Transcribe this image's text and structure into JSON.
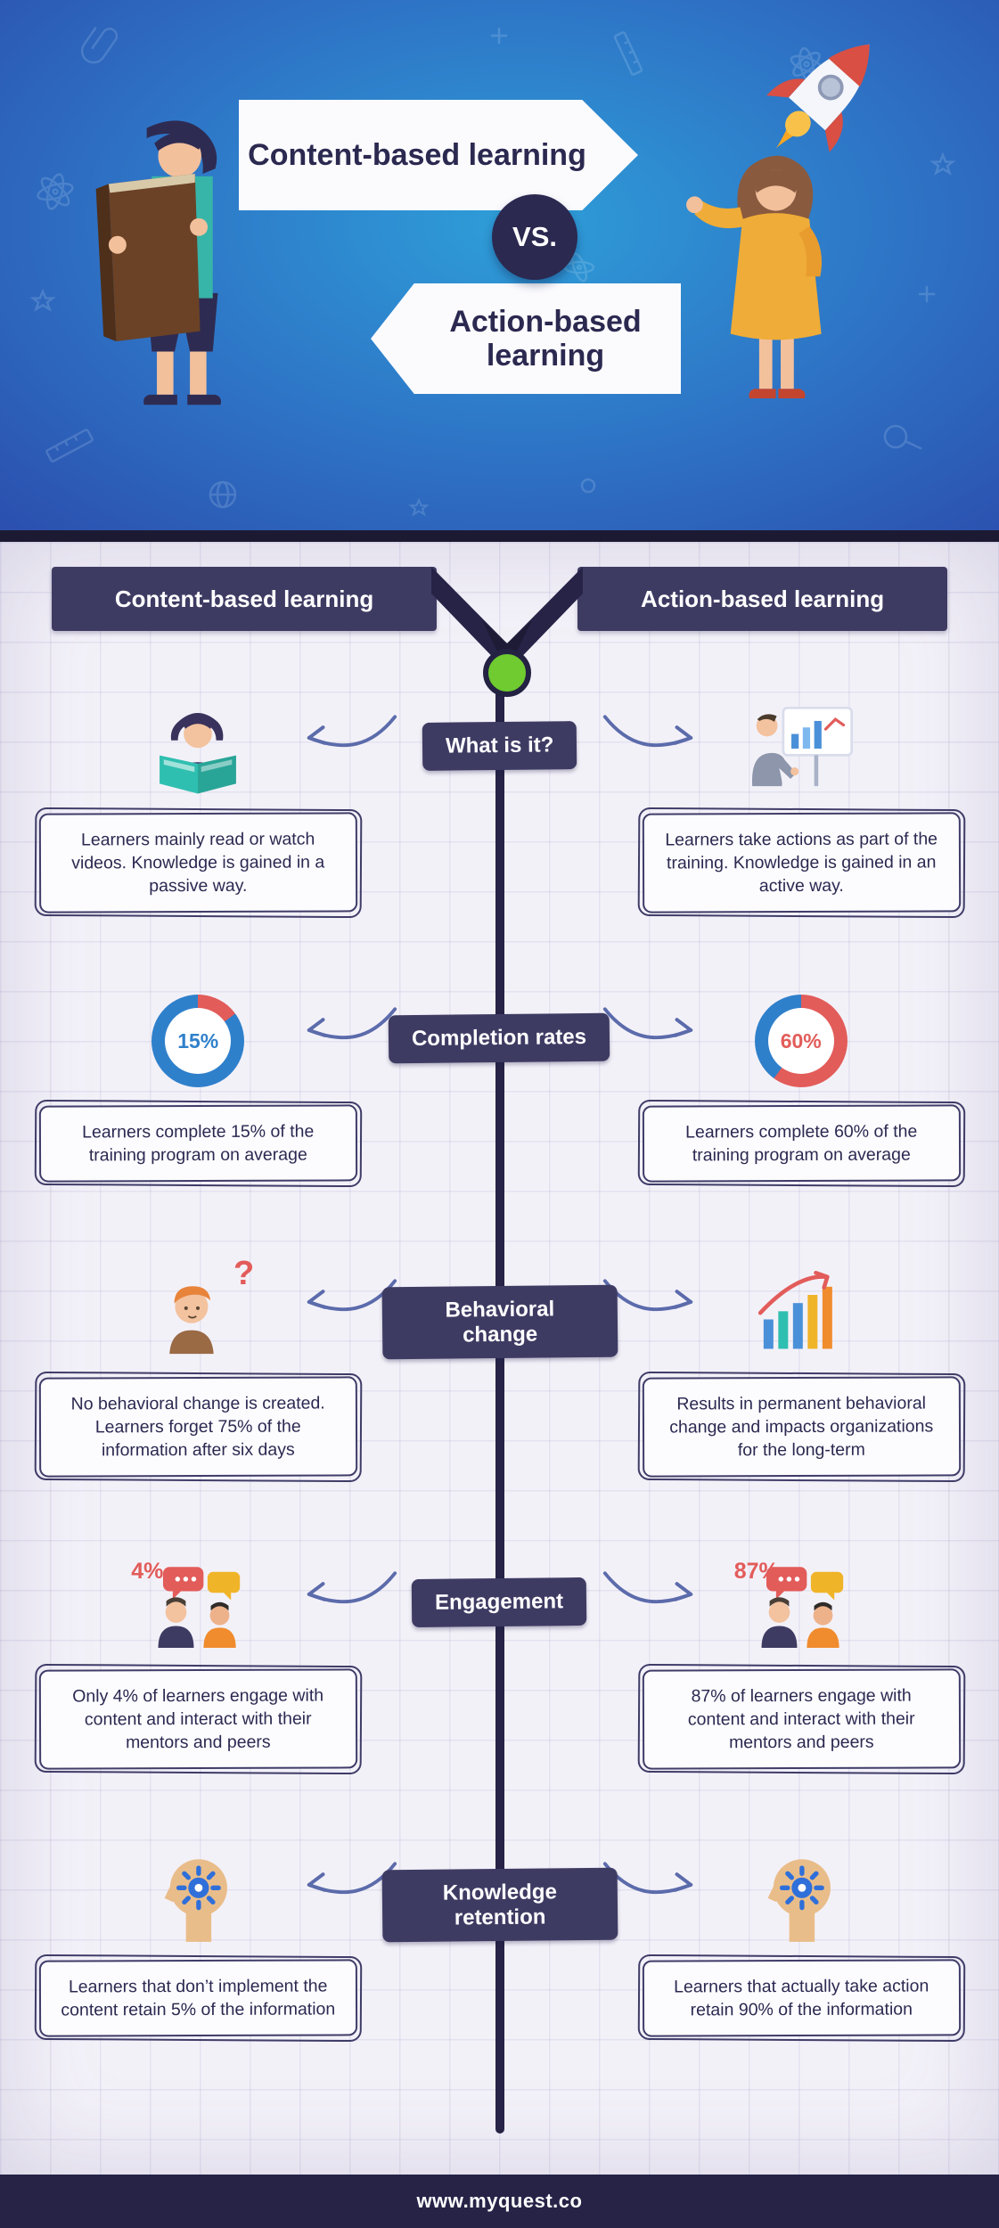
{
  "header": {
    "title_left": "Content-based learning",
    "vs_label": "VS.",
    "title_right": "Action-based learning"
  },
  "columns": {
    "left_header": "Content-based learning",
    "right_header": "Action-based learning"
  },
  "rows": [
    {
      "label": "What is it?",
      "left": {
        "icon": "reading-person-icon",
        "text": "Learners mainly read or watch videos. Knowledge is gained in a passive way."
      },
      "right": {
        "icon": "presenter-icon",
        "text": "Learners take actions as part of the training. Knowledge is gained in an active way."
      }
    },
    {
      "label": "Completion rates",
      "left": {
        "icon": "donut-chart",
        "pct": "15%",
        "pct_value": 15,
        "text": "Learners complete 15% of the training program on average"
      },
      "right": {
        "icon": "donut-chart",
        "pct": "60%",
        "pct_value": 60,
        "text": "Learners complete 60% of the training program on average"
      }
    },
    {
      "label": "Behavioral change",
      "left": {
        "icon": "confused-person-icon",
        "mark": "?",
        "text": "No behavioral change is created. Learners forget 75% of the information after six days"
      },
      "right": {
        "icon": "growth-chart-icon",
        "text": "Results in permanent behavioral change and impacts organizations for the long-term"
      }
    },
    {
      "label": "Engagement",
      "left": {
        "icon": "conversation-icon",
        "pct": "4%",
        "text": "Only 4% of learners engage with content and interact with their mentors and peers"
      },
      "right": {
        "icon": "conversation-icon",
        "pct": "87%",
        "text": "87% of learners engage with content and interact with their mentors and peers"
      }
    },
    {
      "label": "Knowledge retention",
      "left": {
        "icon": "head-gear-icon",
        "text": "Learners that don’t implement the content retain 5% of the information"
      },
      "right": {
        "icon": "head-gear-icon",
        "text": "Learners that actually take action retain 90% of the information"
      }
    }
  ],
  "footer": {
    "url": "www.myquest.co"
  },
  "colors": {
    "navy": "#262347",
    "purple": "#3e3b63",
    "green": "#6fcb2f",
    "red": "#e25c5a",
    "blue": "#2f80cb",
    "yellow": "#f0b429"
  }
}
